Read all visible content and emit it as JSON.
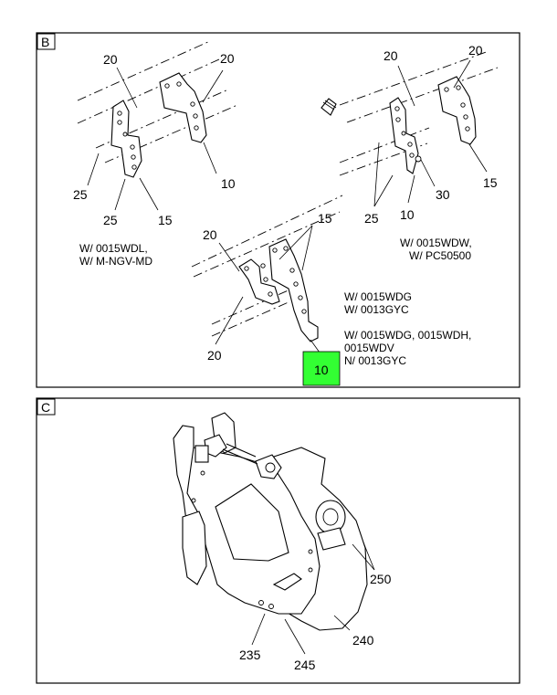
{
  "panels": {
    "b": {
      "tag": "B",
      "views": {
        "left": {
          "callouts": [
            "20",
            "20",
            "25",
            "25",
            "15",
            "10"
          ],
          "notes": [
            "W/ 0015WDL,",
            "W/ M-NGV-MD"
          ]
        },
        "right": {
          "callouts": [
            "20",
            "20",
            "25",
            "10",
            "30",
            "15"
          ],
          "notes": [
            "W/ 0015WDW,",
            "W/ PC50500"
          ]
        },
        "center": {
          "callouts": [
            "15",
            "20",
            "20",
            "10"
          ],
          "highlight_color": "#33ff33",
          "notes": [
            "W/ 0015WDG",
            "W/ 0013GYC",
            "W/ 0015WDG, 0015WDH,",
            "0015WDV",
            "N/ 0013GYC"
          ]
        }
      }
    },
    "c": {
      "tag": "C",
      "callouts": [
        "250",
        "240",
        "235",
        "245"
      ]
    }
  }
}
